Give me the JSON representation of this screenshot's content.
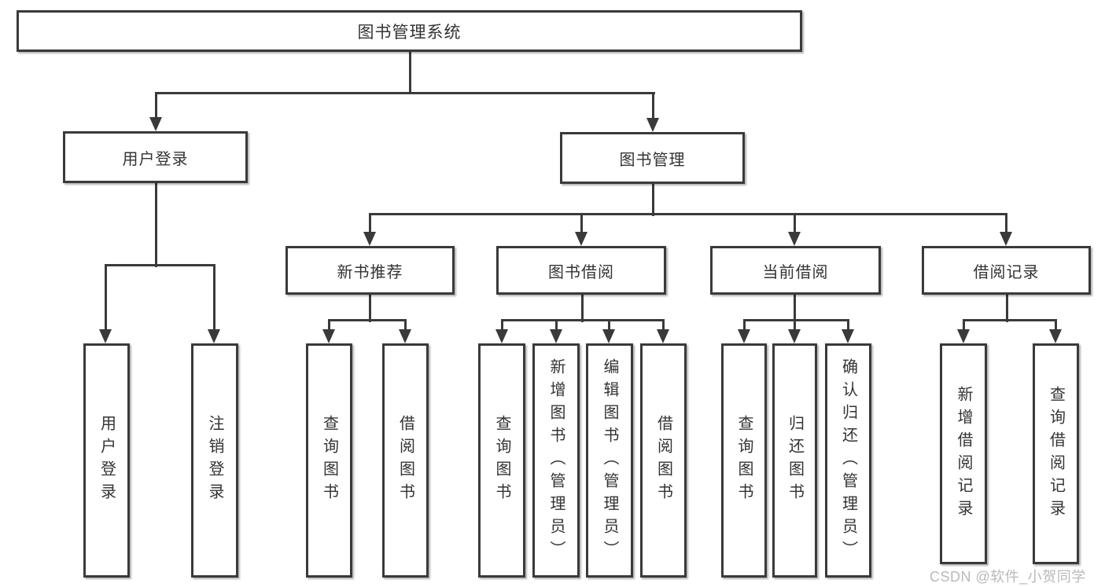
{
  "diagram": {
    "root": {
      "label": "图书管理系统"
    },
    "branches": [
      {
        "label": "用户登录",
        "children": [
          {
            "label": "用户登录"
          },
          {
            "label": "注销登录"
          }
        ]
      },
      {
        "label": "图书管理",
        "children": [
          {
            "label": "新书推荐",
            "children": [
              {
                "label": "查询图书"
              },
              {
                "label": "借阅图书"
              }
            ]
          },
          {
            "label": "图书借阅",
            "children": [
              {
                "label": "查询图书"
              },
              {
                "label": "新增图书（管理员）"
              },
              {
                "label": "编辑图书（管理员）"
              },
              {
                "label": "借阅图书"
              }
            ]
          },
          {
            "label": "当前借阅",
            "children": [
              {
                "label": "查询图书"
              },
              {
                "label": "归还图书"
              },
              {
                "label": "确认归还（管理员）"
              }
            ]
          },
          {
            "label": "借阅记录",
            "children": [
              {
                "label": "新增借阅记录"
              },
              {
                "label": "查询借阅记录"
              }
            ]
          }
        ]
      }
    ]
  },
  "watermark": {
    "text": "CSDN @软件_小贺同学"
  },
  "colors": {
    "line": "#3a3a3a",
    "text": "#333333",
    "watermark": "#b9b9b9",
    "background": "#ffffff"
  }
}
